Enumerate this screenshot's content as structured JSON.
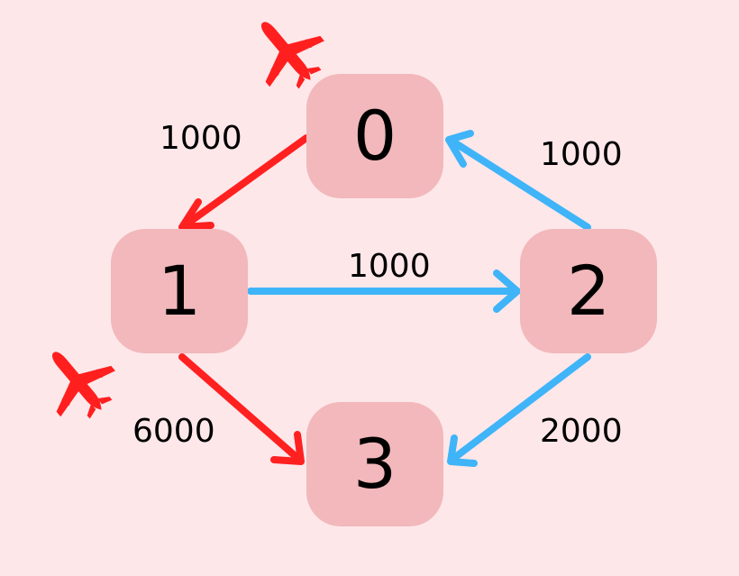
{
  "colors": {
    "background": "#fde7e9",
    "node_fill": "#f2b8bb",
    "red_edge": "#ff2020",
    "blue_edge": "#3fb4f8",
    "plane": "#ff1f1f"
  },
  "nodes": [
    {
      "id": "n0",
      "label": "0"
    },
    {
      "id": "n1",
      "label": "1"
    },
    {
      "id": "n2",
      "label": "2"
    },
    {
      "id": "n3",
      "label": "3"
    }
  ],
  "edges": [
    {
      "from": "0",
      "to": "1",
      "weight": "1000",
      "color": "red"
    },
    {
      "from": "2",
      "to": "0",
      "weight": "1000",
      "color": "blue"
    },
    {
      "from": "1",
      "to": "2",
      "weight": "1000",
      "color": "blue"
    },
    {
      "from": "1",
      "to": "3",
      "weight": "6000",
      "color": "red"
    },
    {
      "from": "2",
      "to": "3",
      "weight": "2000",
      "color": "blue"
    }
  ],
  "icons": {
    "plane_top": "airplane-icon",
    "plane_left": "airplane-icon"
  }
}
